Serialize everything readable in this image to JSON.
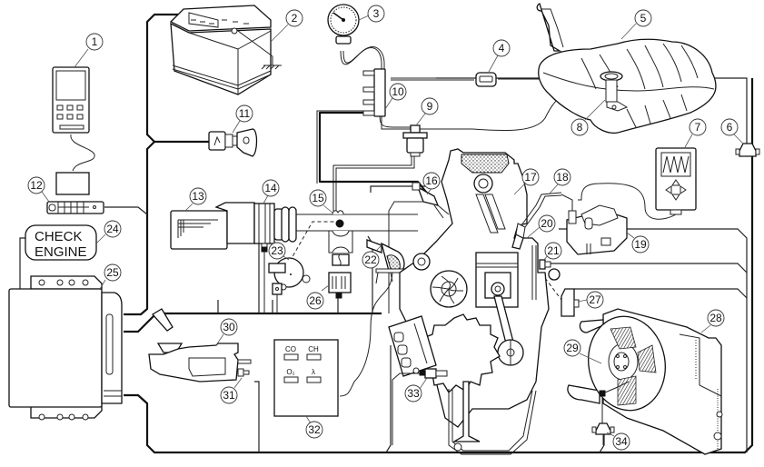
{
  "diagram": {
    "title": "Engine management system components",
    "warning_lamp": {
      "line1": "CHECK",
      "line2": "ENGINE"
    },
    "gas_analyzer": {
      "channels": [
        "CO",
        "CH",
        "O₂",
        "λ"
      ]
    },
    "components": [
      {
        "id": "1",
        "name": "diagnostic-scan-tool"
      },
      {
        "id": "2",
        "name": "battery"
      },
      {
        "id": "3",
        "name": "fuel-pressure-gauge"
      },
      {
        "id": "4",
        "name": "fuel-filter"
      },
      {
        "id": "5",
        "name": "fuel-tank"
      },
      {
        "id": "6",
        "name": "connector"
      },
      {
        "id": "7",
        "name": "oscilloscope"
      },
      {
        "id": "8",
        "name": "fuel-pump"
      },
      {
        "id": "9",
        "name": "fuel-pressure-regulator"
      },
      {
        "id": "10",
        "name": "fuel-rail"
      },
      {
        "id": "11",
        "name": "ignition-switch"
      },
      {
        "id": "12",
        "name": "diagnostic-connector"
      },
      {
        "id": "13",
        "name": "air-filter"
      },
      {
        "id": "14",
        "name": "air-flow-meter"
      },
      {
        "id": "15",
        "name": "throttle-body"
      },
      {
        "id": "16",
        "name": "fuel-injector"
      },
      {
        "id": "17",
        "name": "valve"
      },
      {
        "id": "18",
        "name": "ignition-lead"
      },
      {
        "id": "19",
        "name": "ignition-coil"
      },
      {
        "id": "20",
        "name": "spark-plug"
      },
      {
        "id": "21",
        "name": "coolant-temperature-sensor"
      },
      {
        "id": "22",
        "name": "canister-purge-valve"
      },
      {
        "id": "23",
        "name": "throttle-position-sensor"
      },
      {
        "id": "24",
        "name": "check-engine-lamp"
      },
      {
        "id": "25",
        "name": "engine-control-unit"
      },
      {
        "id": "26",
        "name": "idle-air-control-valve"
      },
      {
        "id": "27",
        "name": "knock-sensor"
      },
      {
        "id": "28",
        "name": "radiator"
      },
      {
        "id": "29",
        "name": "cooling-fan"
      },
      {
        "id": "30",
        "name": "catalytic-converter"
      },
      {
        "id": "31",
        "name": "oxygen-sensor"
      },
      {
        "id": "32",
        "name": "exhaust-gas-analyzer"
      },
      {
        "id": "33",
        "name": "crankshaft-position-sensor"
      },
      {
        "id": "34",
        "name": "fan-connector"
      }
    ]
  }
}
